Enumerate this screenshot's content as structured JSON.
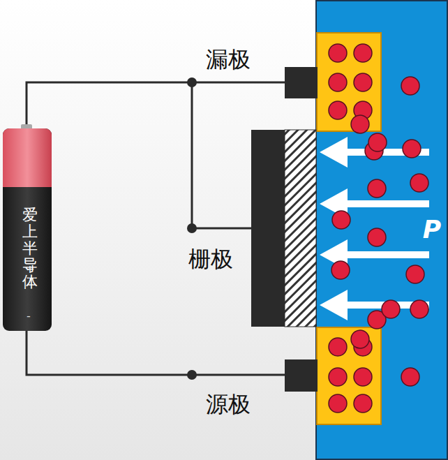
{
  "diagram": {
    "nodes": [
      {
        "text": [
          "+",
          "爱上半导体",
          "-"
        ]
      },
      {
        "text": [
          "P"
        ]
      }
    ],
    "labels": [
      "漏极",
      "栅极",
      "源极"
    ]
  }
}
